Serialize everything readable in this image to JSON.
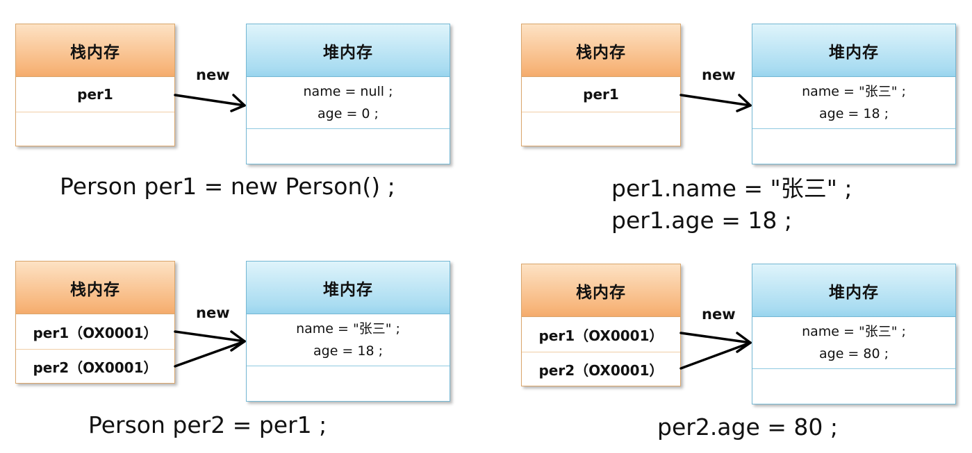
{
  "labels": {
    "stack": "栈内存",
    "heap": "堆内存",
    "new": "new"
  },
  "panel1": {
    "stack_rows": [
      "per1",
      ""
    ],
    "heap_lines": [
      "name = null ;",
      "age = 0 ;"
    ],
    "statement": [
      "Person per1 = new Person() ;"
    ]
  },
  "panel2": {
    "stack_rows": [
      "per1",
      ""
    ],
    "heap_lines": [
      "name = \"张三\" ;",
      "age = 18 ;"
    ],
    "statement": [
      "per1.name = \"张三\" ;",
      "per1.age = 18 ;"
    ]
  },
  "panel3": {
    "stack_rows": [
      "per1（OX0001）",
      "per2（OX0001）"
    ],
    "heap_lines": [
      "name = \"张三\" ;",
      "age = 18 ;"
    ],
    "statement": [
      "Person per2 = per1 ;"
    ]
  },
  "panel4": {
    "stack_rows": [
      "per1（OX0001）",
      "per2（OX0001）"
    ],
    "heap_lines": [
      "name = \"张三\" ;",
      "age = 80 ;"
    ],
    "statement": [
      "per2.age = 80 ;"
    ]
  }
}
